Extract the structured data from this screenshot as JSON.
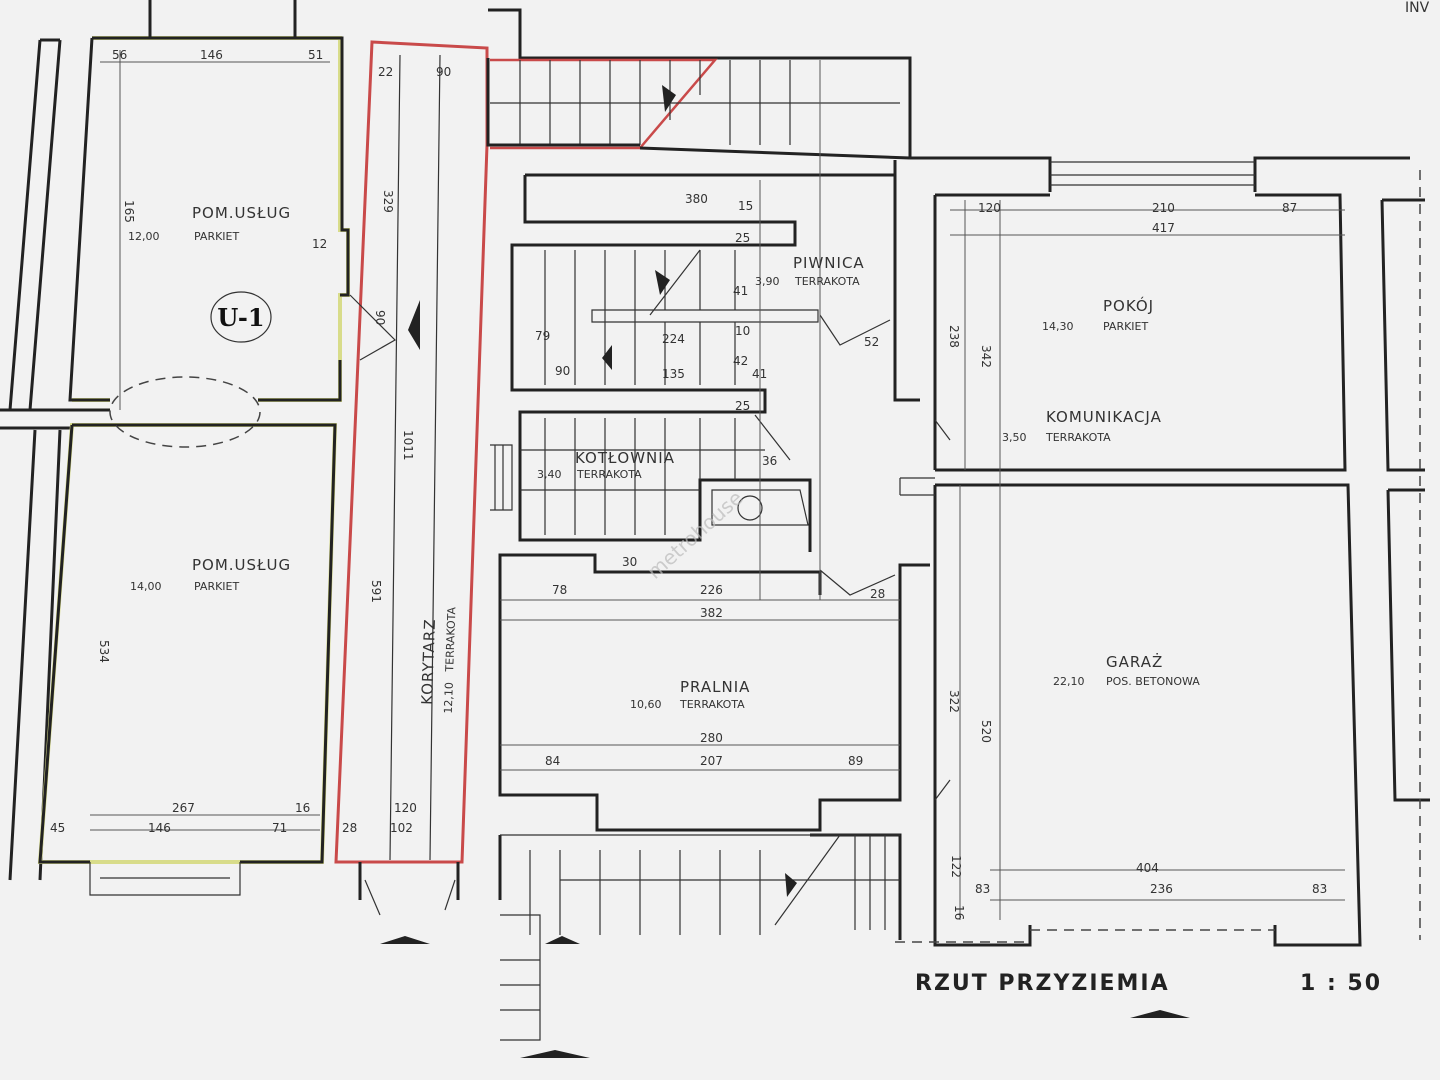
{
  "corner_text": "INV",
  "watermark": "metrohouse",
  "unit_label": "U-1",
  "title": "RZUT PRZYZIEMIA",
  "scale": "1 : 50",
  "colors": {
    "unit_outline": "#d8dc8a",
    "corridor_outline": "#c94a4a",
    "wall": "#222222",
    "paper": "#f2f2f2"
  },
  "rooms": [
    {
      "name": "POM.USŁUG",
      "area": "12,00",
      "floor": "PARKIET"
    },
    {
      "name": "POM.USŁUG",
      "area": "14,00",
      "floor": "PARKIET"
    },
    {
      "name": "KORYTARZ",
      "area": "12,10",
      "floor": "TERRAKOTA"
    },
    {
      "name": "PIWNICA",
      "area": "3,90",
      "floor": "TERRAKOTA"
    },
    {
      "name": "KOTŁOWNIA",
      "area": "3,40",
      "floor": "TERRAKOTA"
    },
    {
      "name": "PRALNIA",
      "area": "10,60",
      "floor": "TERRAKOTA"
    },
    {
      "name": "POKÓJ",
      "area": "14,30",
      "floor": "PARKIET"
    },
    {
      "name": "KOMUNIKACJA",
      "area": "3,50",
      "floor": "TERRAKOTA"
    },
    {
      "name": "GARAŻ",
      "area": "22,10",
      "floor": "POS. BETONOWA"
    }
  ],
  "dims": {
    "top_left": [
      "56",
      "146",
      "51"
    ],
    "corridor_top": [
      "22",
      "90"
    ],
    "u1_height": "165",
    "corridor_upper": "329",
    "corridor_door": "90",
    "step_12": "12",
    "corridor_total": "1011",
    "corridor_lower": "591",
    "lower_height": "534",
    "bottom_left": [
      "267",
      "16",
      "45",
      "146",
      "71",
      "28",
      "120",
      "102"
    ],
    "piwnica": [
      "380",
      "15",
      "25",
      "41",
      "79",
      "224",
      "10",
      "52",
      "90",
      "135",
      "42",
      "41",
      "25",
      "36"
    ],
    "pralnia": [
      "30",
      "78",
      "226",
      "382",
      "28",
      "280",
      "84",
      "207",
      "89"
    ],
    "pokoj": [
      "120",
      "210",
      "87",
      "417",
      "238",
      "342"
    ],
    "garaz": [
      "322",
      "520",
      "404",
      "83",
      "236",
      "83",
      "122",
      "16"
    ]
  }
}
